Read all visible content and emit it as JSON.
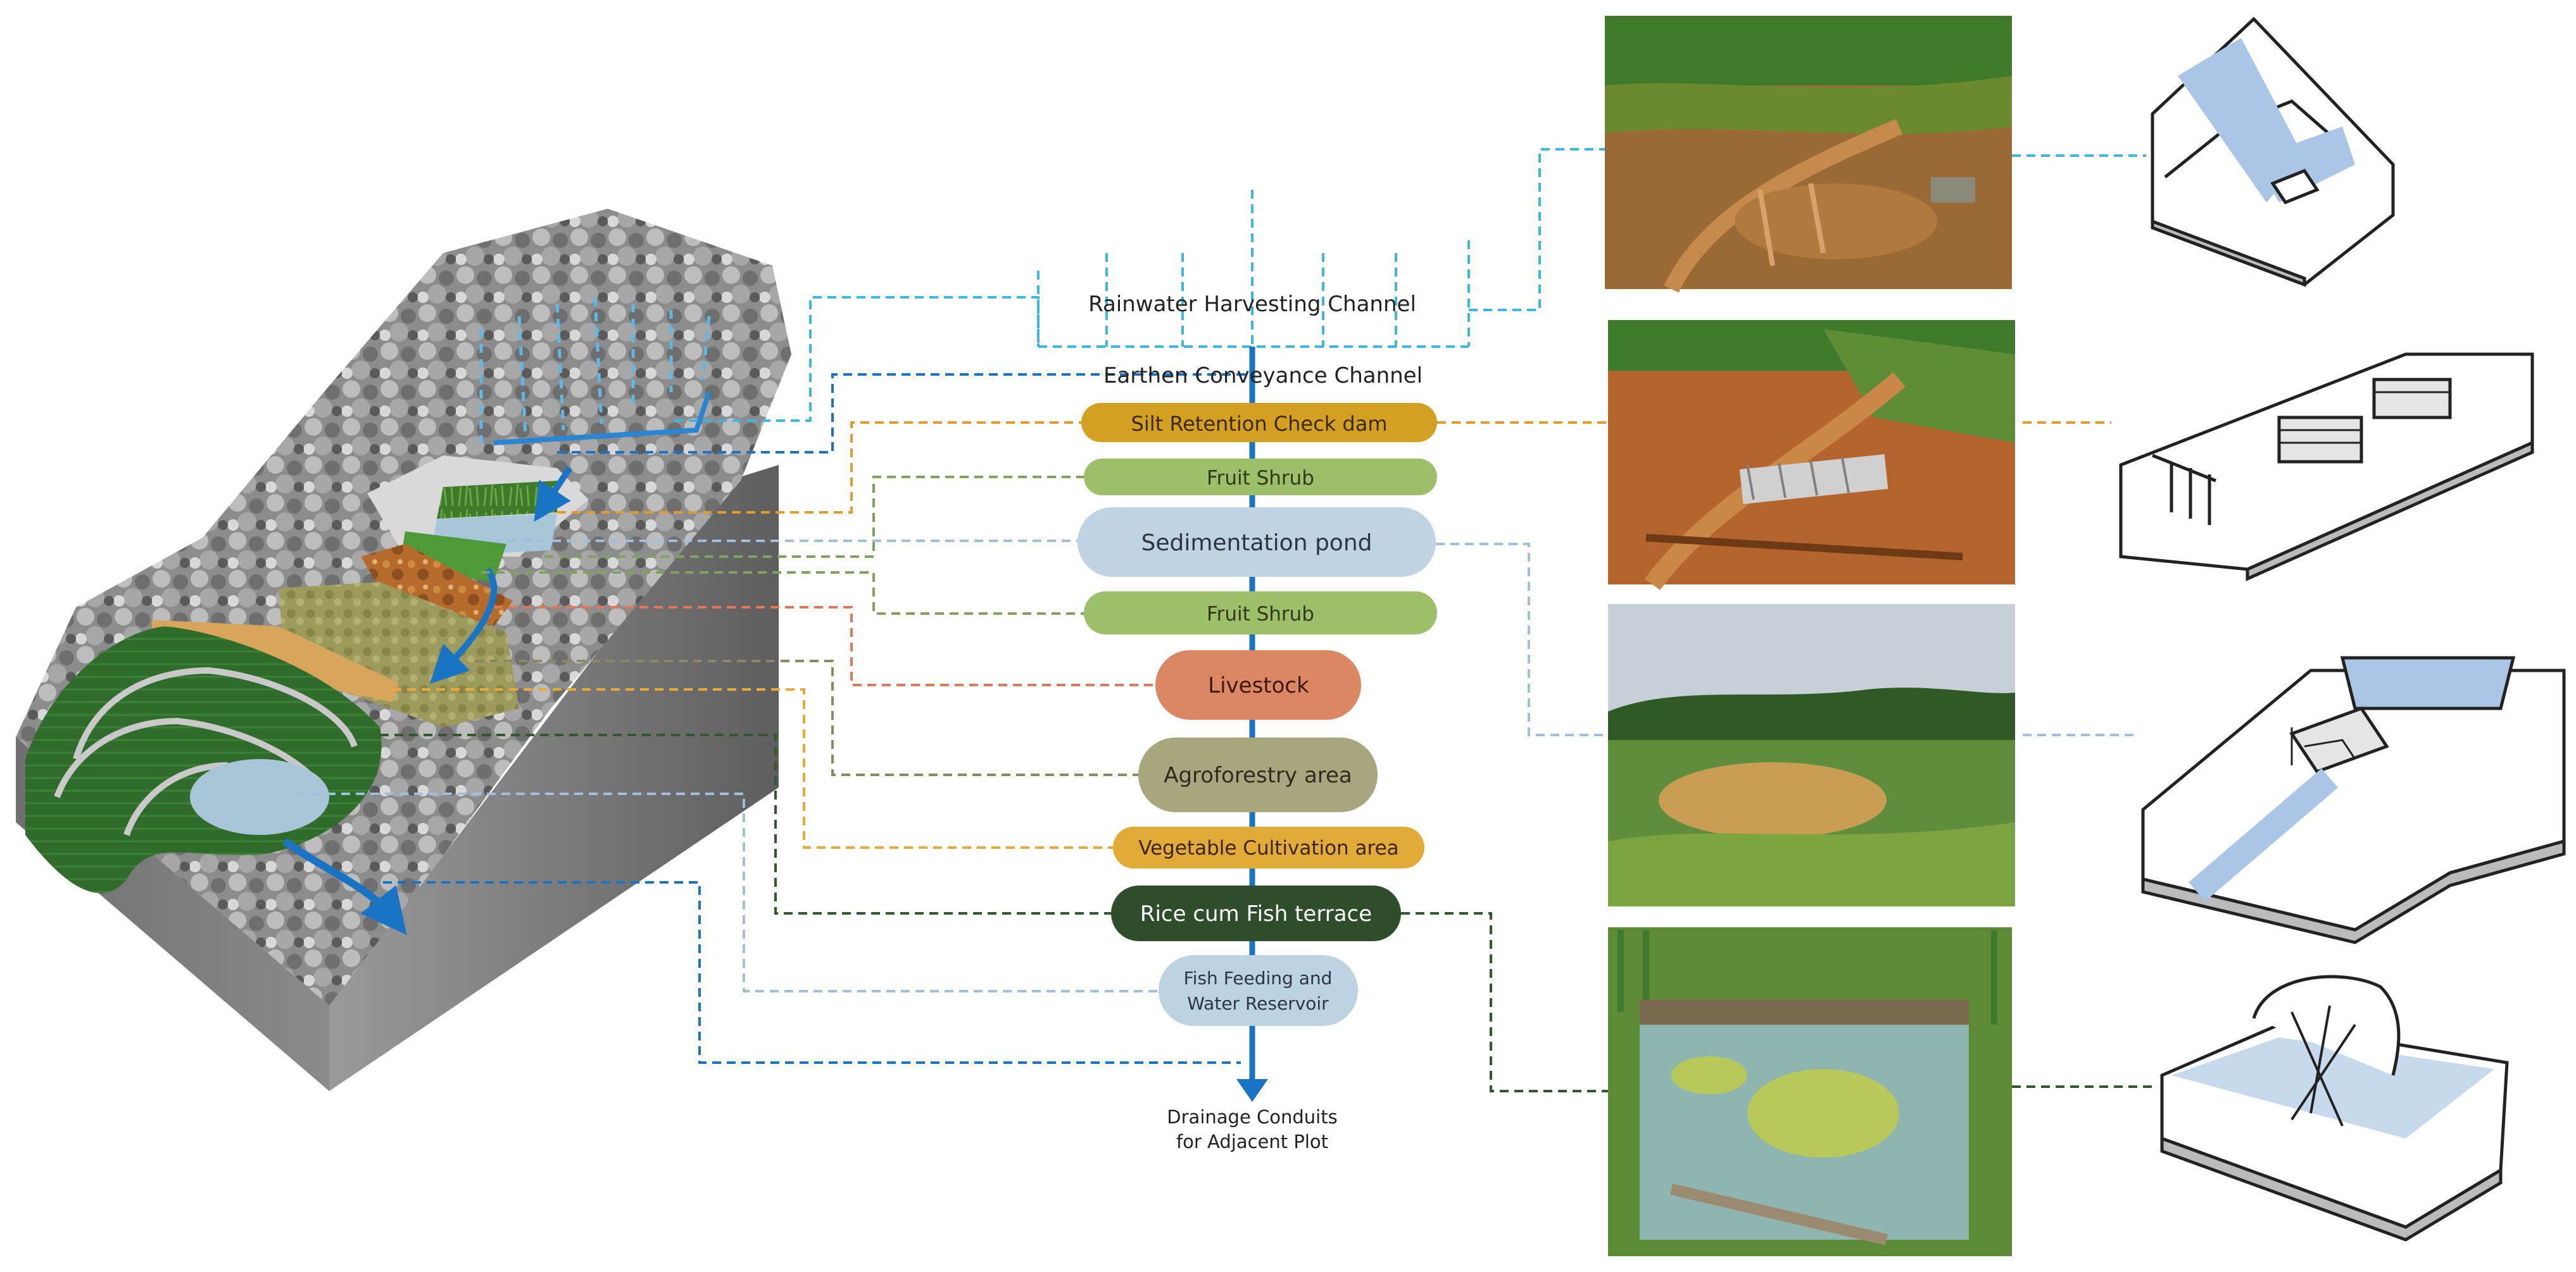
{
  "labels": {
    "rainwater_channel": "Rainwater Harvesting Channel",
    "earthen_channel": "Earthen Conveyance Channel",
    "drainage_line1": "Drainage Conduits",
    "drainage_line2": "for Adjacent Plot"
  },
  "zones": [
    {
      "key": "silt_dam",
      "label": "Silt Retention Check dam",
      "color": "#d4a021",
      "text_color": "#3b2a05"
    },
    {
      "key": "fruit_shrub_1",
      "label": "Fruit Shrub",
      "color": "#9dbf6a",
      "text_color": "#2f3a18"
    },
    {
      "key": "sed_pond",
      "label": "Sedimentation pond",
      "color": "#bfd3e2",
      "text_color": "#2b3642"
    },
    {
      "key": "fruit_shrub_2",
      "label": "Fruit Shrub",
      "color": "#9dbf6a",
      "text_color": "#2f3a18"
    },
    {
      "key": "livestock",
      "label": "Livestock",
      "color": "#dc8763",
      "text_color": "#3a1a0c"
    },
    {
      "key": "agroforestry",
      "label": "Agroforestry area",
      "color": "#a8a67e",
      "text_color": "#2e2d1c"
    },
    {
      "key": "vegetable",
      "label": "Vegetable Cultivation area",
      "color": "#e2aa36",
      "text_color": "#3a2606"
    },
    {
      "key": "rice_fish",
      "label": "Rice cum Fish terrace",
      "color": "#2e4d2b",
      "text_color": "#ffffff"
    },
    {
      "key": "fish_feeding",
      "label": "Fish Feeding and",
      "label2": "Water Reservoir",
      "color": "#bcd3e2",
      "text_color": "#2b3642"
    }
  ],
  "colors": {
    "spine": "#1a74c4",
    "rainwater_dash": "#3fb6e0",
    "earthen_dash": "#1a74c4",
    "silt_dash": "#e39a2e",
    "shrub_dash": "#7fa35a",
    "pond_dash": "#9fbfdc",
    "livestock_dash": "#e07a55",
    "agro_dash": "#8a8a62",
    "vegetable_dash": "#e8a83a",
    "rice_dash": "#2e5a2c",
    "fish_dash": "#9fbfdc"
  },
  "icons": [
    "down-arrow-icon"
  ]
}
